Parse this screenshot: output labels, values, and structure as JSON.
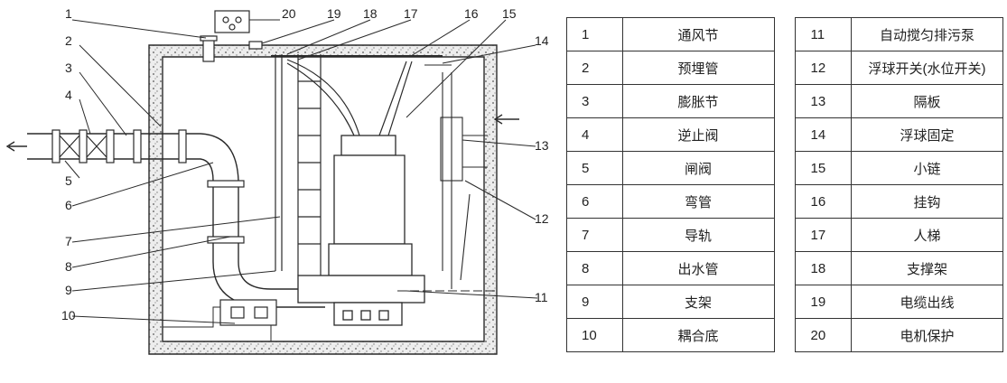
{
  "callouts": [
    "1",
    "2",
    "3",
    "4",
    "5",
    "6",
    "7",
    "8",
    "9",
    "10",
    "11",
    "12",
    "13",
    "14",
    "15",
    "16",
    "17",
    "18",
    "19",
    "20"
  ],
  "legend": {
    "left": [
      {
        "num": "1",
        "name": "通风节"
      },
      {
        "num": "2",
        "name": "预埋管"
      },
      {
        "num": "3",
        "name": "膨胀节"
      },
      {
        "num": "4",
        "name": "逆止阀"
      },
      {
        "num": "5",
        "name": "闸阀"
      },
      {
        "num": "6",
        "name": "弯管"
      },
      {
        "num": "7",
        "name": "导轨"
      },
      {
        "num": "8",
        "name": "出水管"
      },
      {
        "num": "9",
        "name": "支架"
      },
      {
        "num": "10",
        "name": "耦合底"
      }
    ],
    "right": [
      {
        "num": "11",
        "name": "自动搅匀排污泵"
      },
      {
        "num": "12",
        "name": "浮球开关(水位开关)"
      },
      {
        "num": "13",
        "name": "隔板"
      },
      {
        "num": "14",
        "name": "浮球固定"
      },
      {
        "num": "15",
        "name": "小链"
      },
      {
        "num": "16",
        "name": "挂钩"
      },
      {
        "num": "17",
        "name": "人梯"
      },
      {
        "num": "18",
        "name": "支撑架"
      },
      {
        "num": "19",
        "name": "电缆出线"
      },
      {
        "num": "20",
        "name": "电机保护"
      }
    ]
  },
  "colors": {
    "line": "#2a2a2a",
    "concrete": "#e8e8e8"
  }
}
